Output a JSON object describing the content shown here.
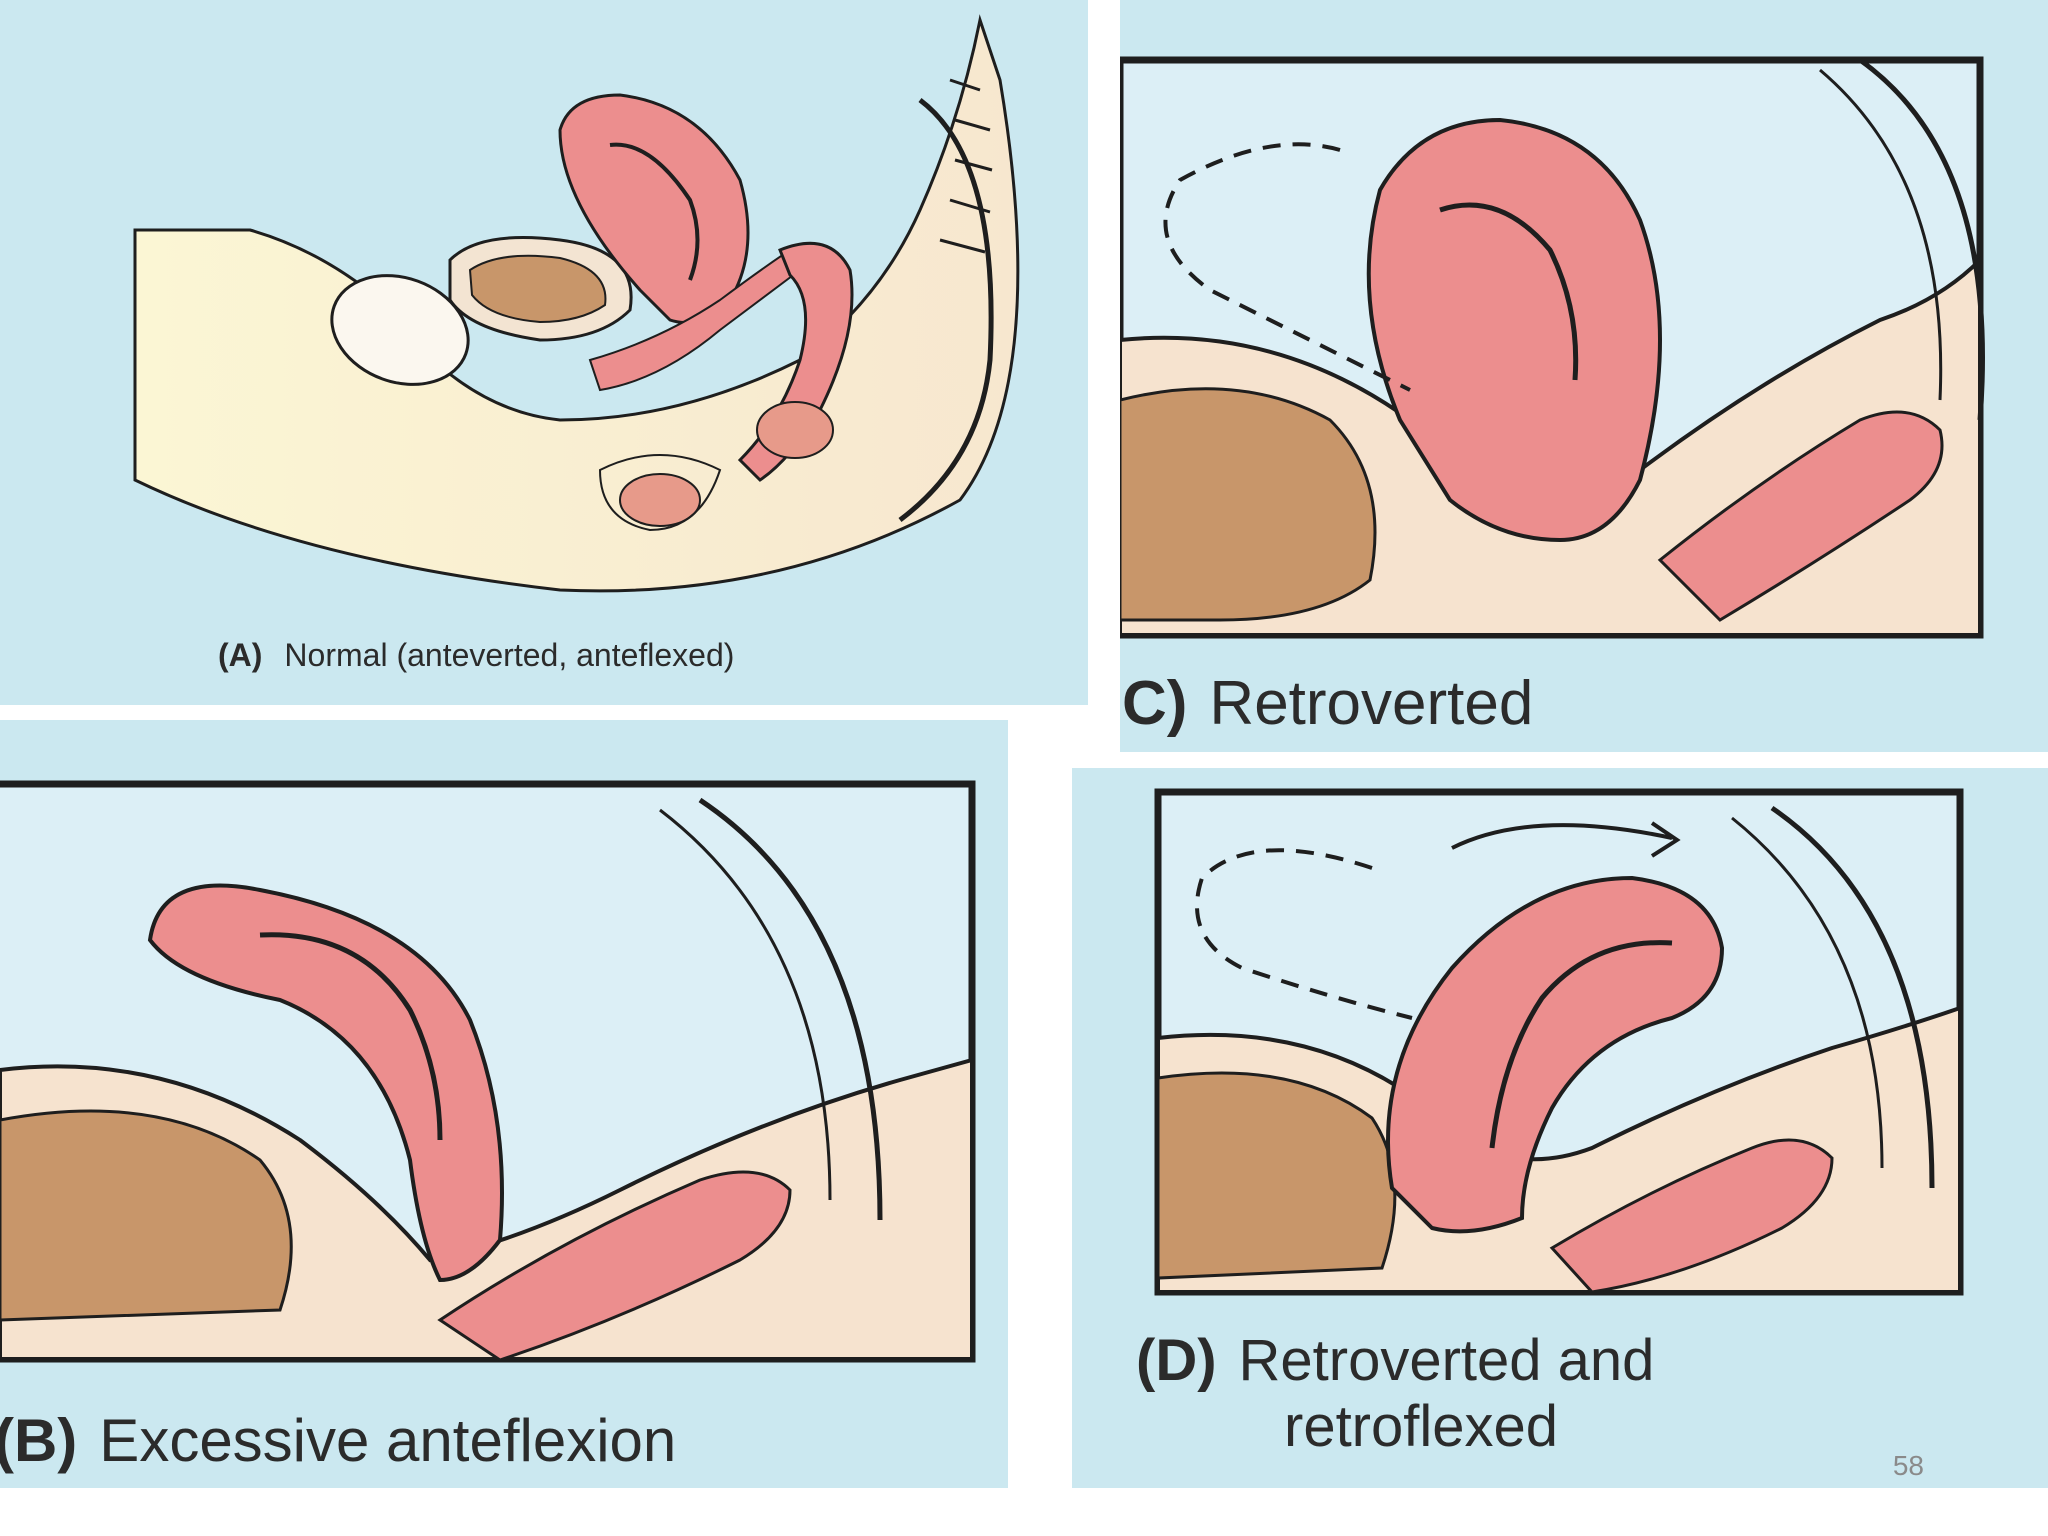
{
  "panels": {
    "a": {
      "tag": "(A)",
      "label": "Normal (anteverted, anteflexed)"
    },
    "b": {
      "tag": "(B)",
      "label": "Excessive anteflexion"
    },
    "c": {
      "tag": "C)",
      "label": "Retroverted"
    },
    "d": {
      "tag": "(D)",
      "label": "Retroverted and",
      "label2": "retroflexed"
    }
  },
  "slide_number": "58",
  "colors": {
    "panel_bg": "#cbe8f0",
    "sky": "#dceff6",
    "skin": "#f6e3cf",
    "uterus": "#ec8e8e",
    "bladder": "#c8966a",
    "outline": "#1e1e1e"
  }
}
